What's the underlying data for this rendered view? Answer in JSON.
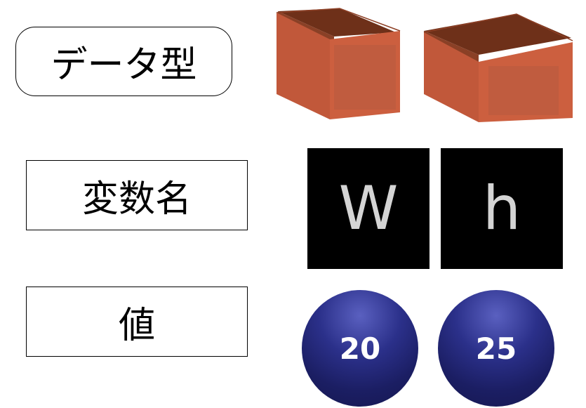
{
  "rows": {
    "data_type": {
      "label": "データ型"
    },
    "variable_name": {
      "label": "変数名"
    },
    "value": {
      "label": "値"
    }
  },
  "boxes": [
    {
      "icon": "open-box-icon",
      "color": "#c45a3a"
    },
    {
      "icon": "open-box-icon",
      "color": "#c45a3a"
    }
  ],
  "variables": [
    "W",
    "h"
  ],
  "values": [
    "20",
    "25"
  ],
  "colors": {
    "box_face": "#c8603f",
    "box_dark": "#7d3a22",
    "tile_bg": "#000000",
    "tile_text": "#d4d4d4",
    "ball_base": "#1c1f66",
    "ball_highlight": "#5258b8"
  }
}
